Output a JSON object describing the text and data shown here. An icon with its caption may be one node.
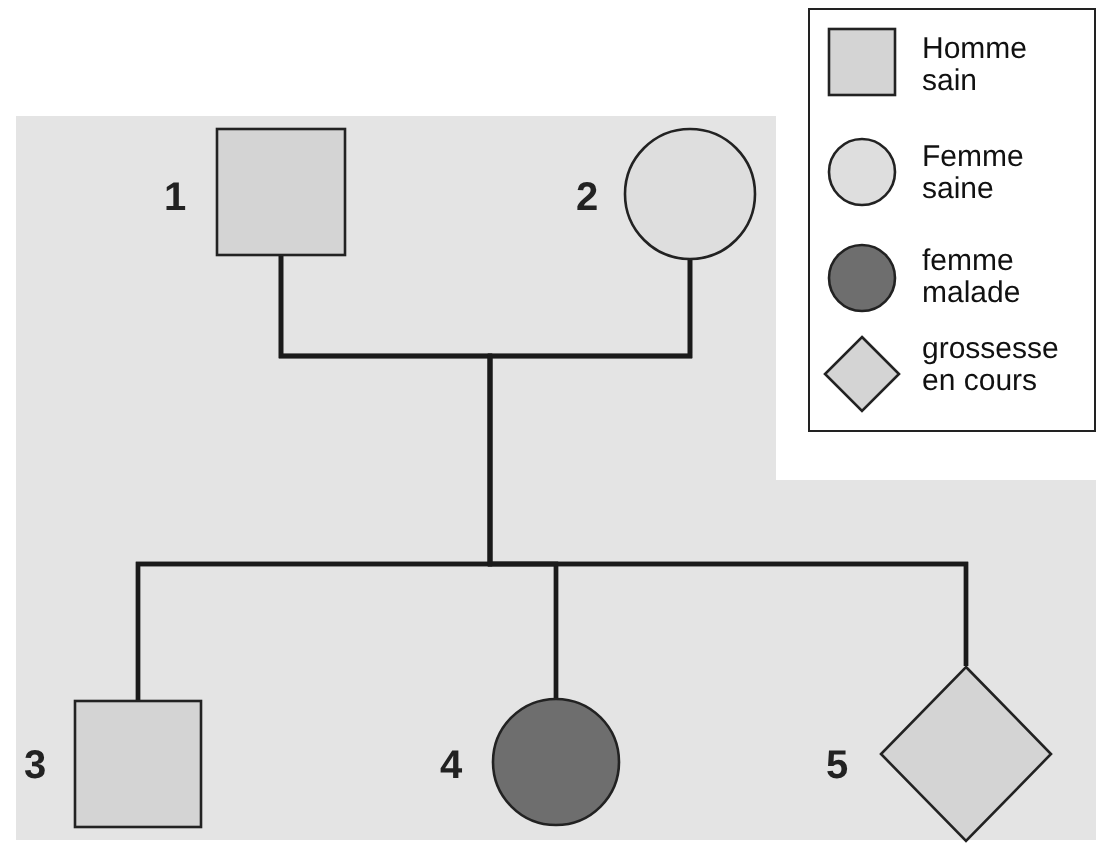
{
  "diagram": {
    "nodes": [
      {
        "text": [],
        "shape": "box",
        "beside": [
          "1"
        ]
      },
      {
        "text": [],
        "shape": "circle",
        "beside": [
          "2"
        ]
      },
      {
        "text": [],
        "shape": "box",
        "beside": [
          "3"
        ]
      },
      {
        "text": [],
        "shape": "circle",
        "beside": [
          "4"
        ]
      },
      {
        "text": [],
        "shape": "diamond",
        "beside": [
          "5"
        ]
      }
    ],
    "edges": [
      {
        "from": 0,
        "to": 2,
        "arrow": "none"
      },
      {
        "from": 0,
        "to": 3,
        "arrow": "none"
      },
      {
        "from": 0,
        "to": 4,
        "arrow": "none"
      },
      {
        "from": 1,
        "to": 2,
        "arrow": "none"
      },
      {
        "from": 1,
        "to": 3,
        "arrow": "none"
      },
      {
        "from": 1,
        "to": 4,
        "arrow": "none"
      }
    ],
    "legend": [
      {
        "text": "Homme sain"
      },
      {
        "text": "Femme saine"
      },
      {
        "text": "femme malade"
      },
      {
        "text": "grossesse en cours"
      }
    ]
  }
}
